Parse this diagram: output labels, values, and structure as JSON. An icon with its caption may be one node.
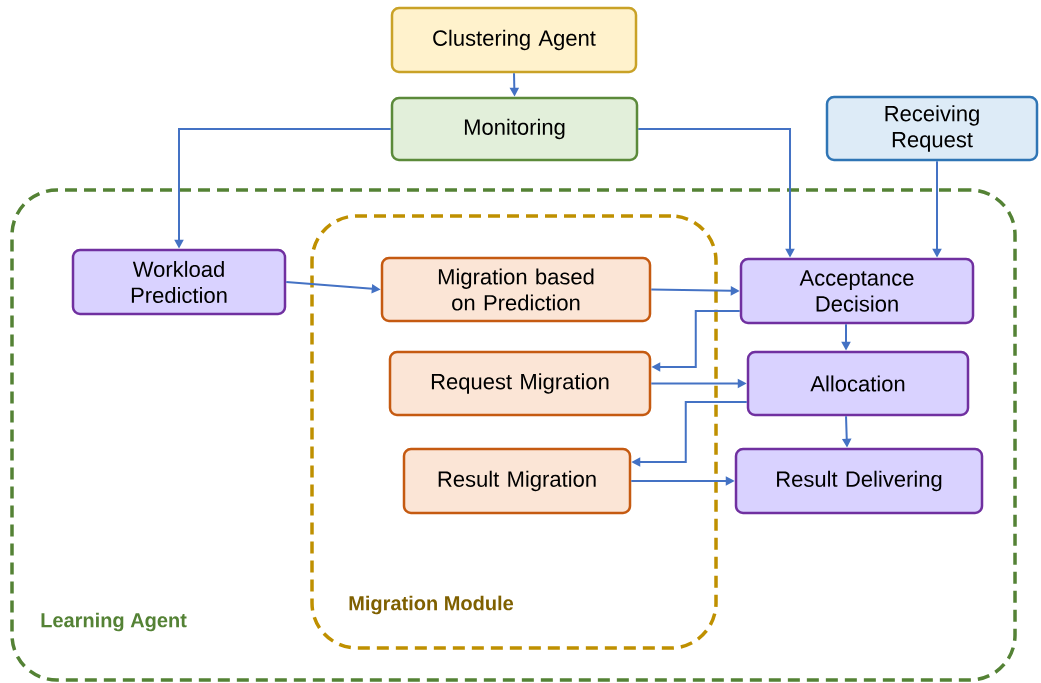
{
  "diagram": {
    "nodes": [
      {
        "text": [
          "Clustering Agent"
        ]
      },
      {
        "text": [
          "Monitoring"
        ]
      },
      {
        "text": [
          "Receiving Request"
        ]
      },
      {
        "text": [
          "Learning Agent"
        ]
      },
      {
        "text": [
          "Workload Prediction"
        ],
        "in": 3
      },
      {
        "text": [
          "Migration Module"
        ],
        "in": 3
      },
      {
        "text": [
          "Migration based on Prediction"
        ],
        "in": 5
      },
      {
        "text": [
          "Acceptance Decision"
        ],
        "in": 3
      },
      {
        "text": [
          "Request Migration"
        ],
        "in": 5
      },
      {
        "text": [
          "Allocation"
        ],
        "in": 3
      },
      {
        "text": [
          "Result Migration"
        ],
        "in": 5
      },
      {
        "text": [
          "Result Delivering"
        ],
        "in": 3
      }
    ],
    "edges": [
      {
        "from": 0,
        "to": 1,
        "arrow": "to"
      },
      {
        "from": 1,
        "to": 4,
        "arrow": "to"
      },
      {
        "from": 1,
        "to": 7,
        "arrow": "to"
      },
      {
        "from": 2,
        "to": 7,
        "arrow": "to"
      },
      {
        "from": 4,
        "to": 6,
        "arrow": "to"
      },
      {
        "from": 6,
        "to": 7,
        "arrow": "to"
      },
      {
        "from": 7,
        "to": 8,
        "arrow": "to"
      },
      {
        "from": 8,
        "to": 9,
        "arrow": "to"
      },
      {
        "from": 9,
        "to": 10,
        "arrow": "to"
      },
      {
        "from": 10,
        "to": 11,
        "arrow": "to"
      },
      {
        "from": 7,
        "to": 9,
        "arrow": "to"
      },
      {
        "from": 9,
        "to": 11,
        "arrow": "to"
      }
    ]
  }
}
